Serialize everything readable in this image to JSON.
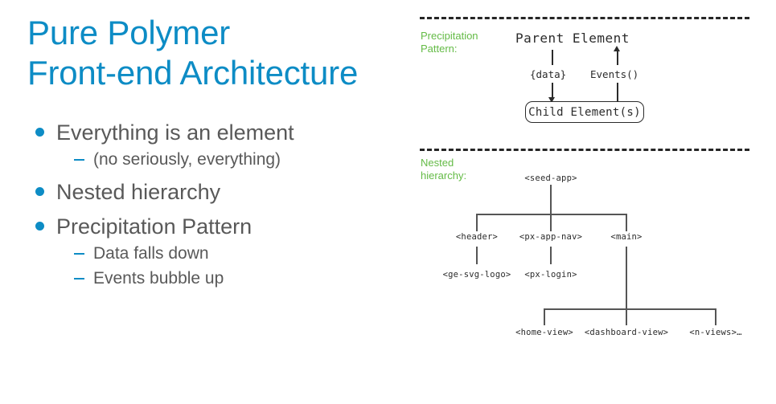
{
  "slide": {
    "title_lines": [
      "Pure Polymer",
      "Front-end Architecture"
    ],
    "accent_color": "#0d8cc5",
    "body_color": "#595959",
    "green_color": "#64bb46",
    "ink_color": "#2b2b2b"
  },
  "bullets": [
    {
      "level": 1,
      "text": "Everything is an element"
    },
    {
      "level": 2,
      "text": "(no seriously, everything)"
    },
    {
      "level": 1,
      "text": "Nested hierarchy"
    },
    {
      "level": 1,
      "text": "Precipitation Pattern"
    },
    {
      "level": 2,
      "text": "Data falls down"
    },
    {
      "level": 2,
      "text": "Events bubble up"
    }
  ],
  "diagrams": {
    "precipitation": {
      "caption_lines": [
        "Precipitation",
        "Pattern:"
      ],
      "parent_label": "Parent Element",
      "data_flow_label": "{data}",
      "events_flow_label": "Events()",
      "child_label": "Child Element(s)"
    },
    "hierarchy": {
      "caption_lines": [
        "Nested",
        "hierarchy:"
      ],
      "nodes": {
        "root": "<seed-app>",
        "header": "<header>",
        "app_nav": "<px-app-nav>",
        "main": "<main>",
        "logo": "<ge-svg-logo>",
        "login": "<px-login>",
        "home_view": "<home-view>",
        "dashboard_view": "<dashboard-view>",
        "n_views": "<n-views>…"
      }
    }
  }
}
